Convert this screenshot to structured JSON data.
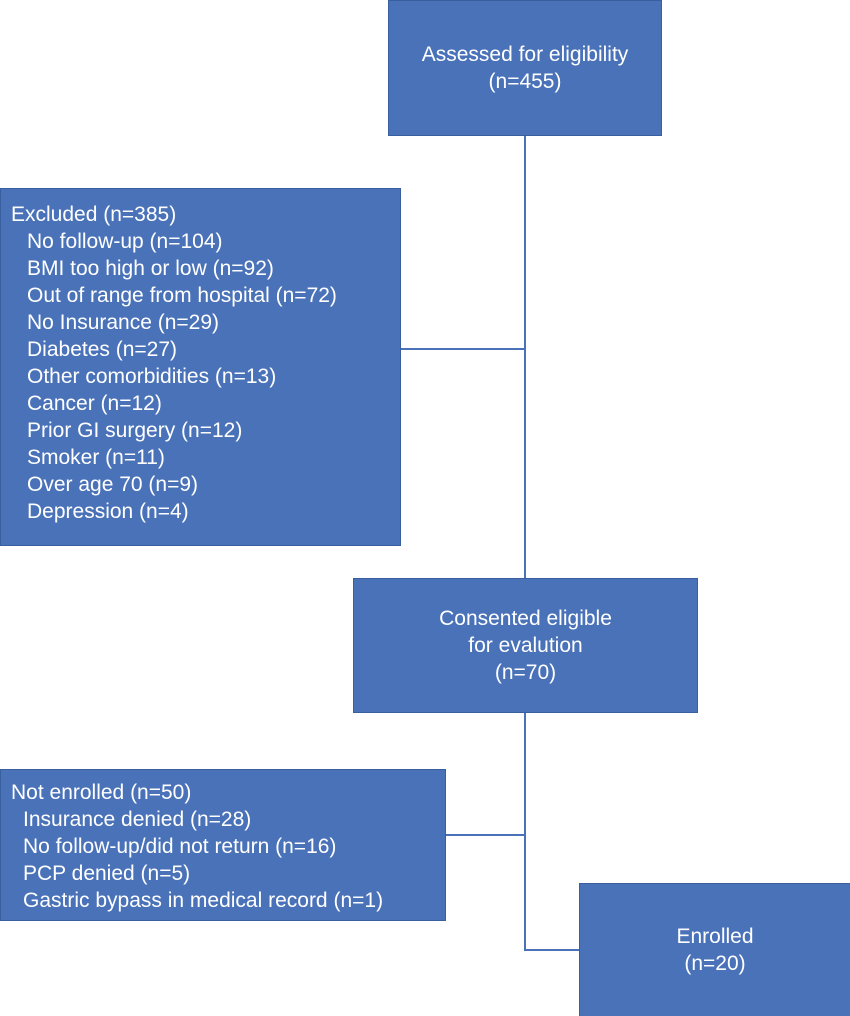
{
  "theme": {
    "box_fill": "#4a72b8",
    "box_text": "#ffffff",
    "connector": "#4a72b8"
  },
  "assessed": {
    "title": "Assessed for eligibility",
    "count": "(n=455)"
  },
  "excluded": {
    "title": "Excluded (n=385)",
    "items": [
      "No follow-up (n=104)",
      "BMI too high or low (n=92)",
      "Out of range from hospital (n=72)",
      "No Insurance (n=29)",
      "Diabetes (n=27)",
      "Other comorbidities (n=13)",
      "Cancer (n=12)",
      "Prior GI surgery (n=12)",
      "Smoker (n=11)",
      "Over age 70 (n=9)",
      "Depression (n=4)"
    ]
  },
  "consented": {
    "line1": "Consented eligible",
    "line2": "for evalution",
    "count": "(n=70)"
  },
  "not_enrolled": {
    "title": "Not enrolled (n=50)",
    "items": [
      "Insurance denied (n=28)",
      "No follow-up/did not return (n=16)",
      "PCP denied (n=5)",
      "Gastric bypass in medical record (n=1)"
    ]
  },
  "enrolled": {
    "title": "Enrolled",
    "count": "(n=20)"
  }
}
